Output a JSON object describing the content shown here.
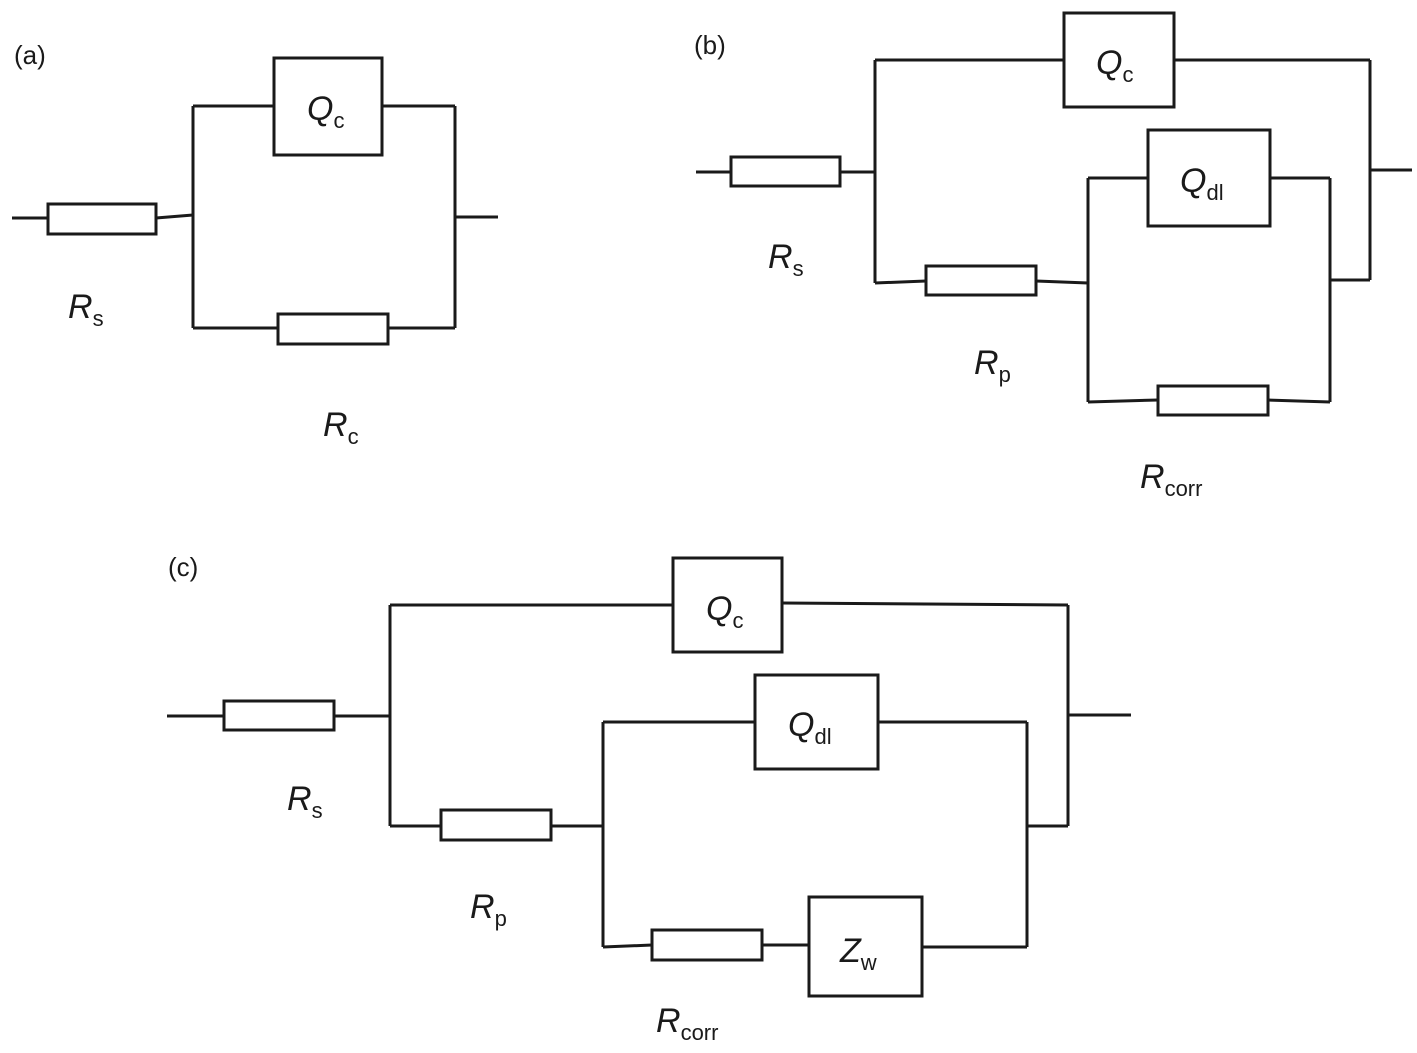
{
  "panels": {
    "a": {
      "label": "(a)",
      "Rs": {
        "main": "R",
        "sub": "s"
      },
      "Qc": {
        "main": "Q",
        "sub": "c"
      },
      "Rc": {
        "main": "R",
        "sub": "c"
      }
    },
    "b": {
      "label": "(b)",
      "Rs": {
        "main": "R",
        "sub": "s"
      },
      "Qc": {
        "main": "Q",
        "sub": "c"
      },
      "Qdl": {
        "main": "Q",
        "sub": "dl"
      },
      "Rp": {
        "main": "R",
        "sub": "p"
      },
      "Rcorr": {
        "main": "R",
        "sub": "corr"
      }
    },
    "c": {
      "label": "(c)",
      "Rs": {
        "main": "R",
        "sub": "s"
      },
      "Qc": {
        "main": "Q",
        "sub": "c"
      },
      "Qdl": {
        "main": "Q",
        "sub": "dl"
      },
      "Rp": {
        "main": "R",
        "sub": "p"
      },
      "Rcorr": {
        "main": "R",
        "sub": "corr"
      },
      "Zw": {
        "main": "Z",
        "sub": "w"
      }
    }
  }
}
